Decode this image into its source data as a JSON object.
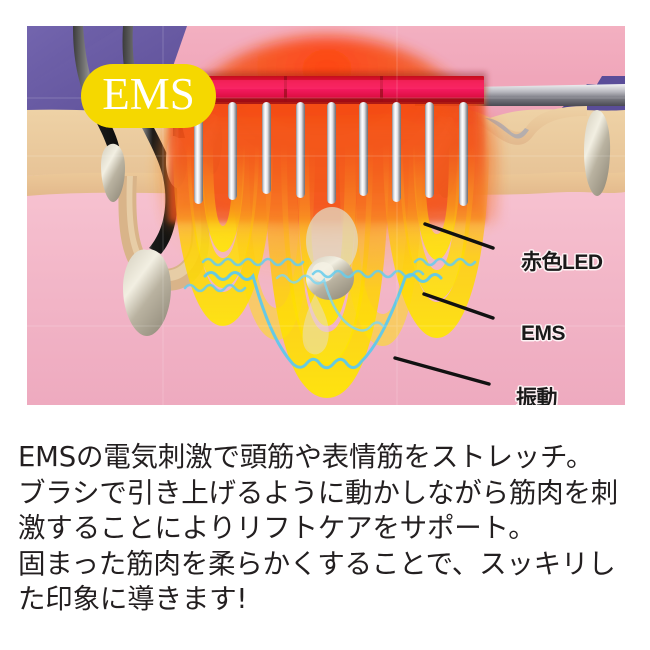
{
  "badge": {
    "label": "EMS"
  },
  "illustration": {
    "name": "skin-cross-section-ems-diagram",
    "labels": [
      {
        "id": "red-led",
        "text": "赤色LED"
      },
      {
        "id": "ems",
        "text": "EMS"
      },
      {
        "id": "vibration",
        "text": "振動"
      }
    ],
    "colors": {
      "badge_bg": "#f5d800",
      "badge_text": "#ffffff",
      "background_purple": "#6b5ca5",
      "skin_surface_pink": "#f0a9bd",
      "epidermis_tan": "#e8c99a",
      "dermis_pink": "#f5bdcd",
      "brush_bar_crimson": "#e8114b",
      "brush_bar_dark": "#b80f1f",
      "pin_silver": "#e9e9ec",
      "led_glow_orange": "#f26222",
      "ems_wave_yellow": "#ffe200",
      "vibration_cyan": "#6fd4f0",
      "hair_black": "#171717",
      "label_text": "#1a1a1a",
      "body_text": "#231f20"
    },
    "elements": [
      "brush-head-bar",
      "brush-pins",
      "hair-shafts",
      "hair-follicles",
      "hair-bulb",
      "red-led-glow",
      "ems-wave-arcs",
      "vibration-wave-lines",
      "leader-lines"
    ],
    "pin_count": 9
  },
  "copy": {
    "lines": [
      "EMSの電気刺激で頭筋や表情筋をストレッチ。",
      "ブラシで引き上げるように動かしながら筋肉を刺",
      "激することによりリフトケアをサポート。",
      "固まった筋肉を柔らかくすることで、スッキリし",
      "た印象に導きます!"
    ]
  }
}
